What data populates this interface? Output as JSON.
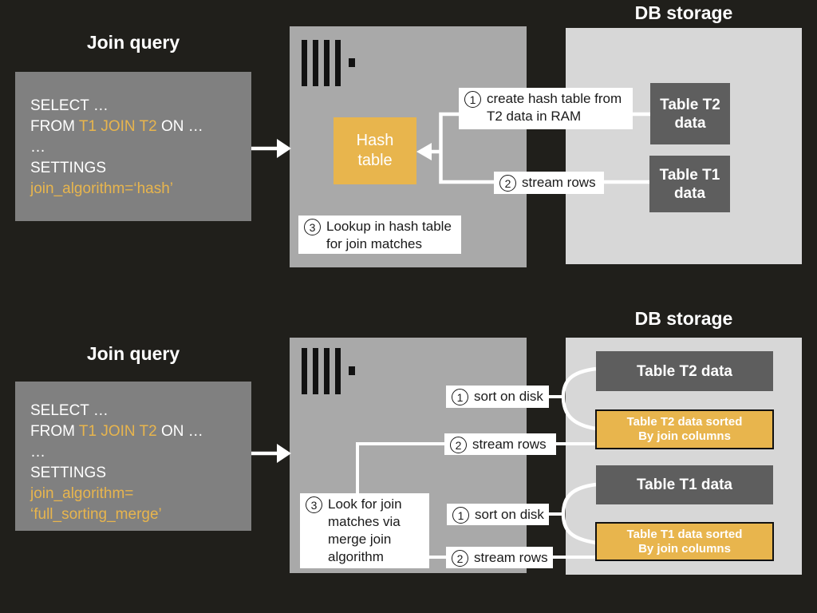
{
  "colors": {
    "background": "#201f1b",
    "query_box_gray": "#808080",
    "server_gray": "#a9a9a9",
    "db_panel_gray": "#d7d7d7",
    "table_box_gray": "#5e5e5e",
    "accent_orange": "#e8b54d",
    "note_bg": "#ffffff",
    "note_text": "#1a1a1a",
    "line_white": "#ffffff"
  },
  "hash_join": {
    "query_title": "Join query",
    "db_title": "DB storage",
    "sql": {
      "line1": "SELECT …",
      "from_kw": "FROM ",
      "from_hl": "T1 JOIN T2",
      "from_tail": " ON …",
      "ellipsis": "…",
      "settings_kw": "SETTINGS",
      "setting_value": "join_algorithm=‘hash’"
    },
    "hash_table_label": "Hash table",
    "tables": {
      "t2": "Table T2 data",
      "t1": "Table T1 data"
    },
    "steps": [
      {
        "num": "1",
        "text": "create hash table from T2 data in RAM"
      },
      {
        "num": "2",
        "text": "stream rows"
      },
      {
        "num": "3",
        "text": "Lookup in hash table for join matches"
      }
    ]
  },
  "merge_join": {
    "query_title": "Join query",
    "db_title": "DB storage",
    "sql": {
      "line1": "SELECT …",
      "from_kw": "FROM ",
      "from_hl": "T1 JOIN T2",
      "from_tail": " ON …",
      "ellipsis": "…",
      "settings_kw": "SETTINGS",
      "setting_value_1": "join_algorithm=",
      "setting_value_2": "‘full_sorting_merge’"
    },
    "tables": {
      "t2": "Table T2 data",
      "t2_sorted_line1": "Table T2 data sorted",
      "t2_sorted_line2": "By join columns",
      "t1": "Table T1 data",
      "t1_sorted_line1": "Table T1 data sorted",
      "t1_sorted_line2": "By join columns"
    },
    "steps": [
      {
        "num": "1",
        "text": "sort on disk"
      },
      {
        "num": "2",
        "text": "stream rows"
      },
      {
        "num": "3",
        "text": "Look for join matches via merge join algorithm"
      },
      {
        "num": "1",
        "text": "sort on disk"
      },
      {
        "num": "2",
        "text": "stream rows"
      }
    ]
  }
}
